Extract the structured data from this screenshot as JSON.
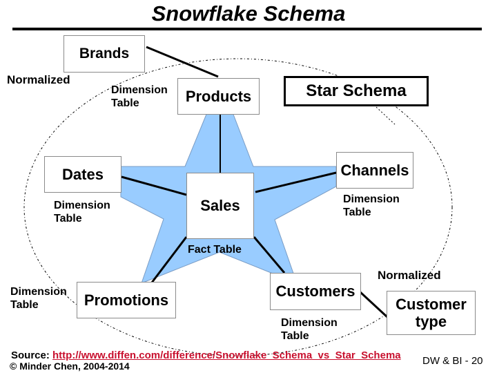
{
  "title": "Snowflake Schema",
  "colors": {
    "star_fill": "#99ccff",
    "star_stroke": "#7a9cc4",
    "box_border": "#8a8a8a",
    "link": "#c8102e"
  },
  "tables": {
    "brands": "Brands",
    "products": "Products",
    "dates": "Dates",
    "sales": "Sales",
    "channels": "Channels",
    "promotions": "Promotions",
    "customers": "Customers",
    "customer_type": "Customer type"
  },
  "labels": {
    "normalized_top": "Normalized",
    "normalized_bottom": "Normalized",
    "dim_products": "Dimension Table",
    "dim_dates": "Dimension Table",
    "dim_channels": "Dimension Table",
    "dim_promotions": "Dimension Table",
    "dim_customers": "Dimension Table",
    "fact_table": "Fact Table",
    "star_schema": "Star Schema"
  },
  "footer": {
    "source_label": "Source: ",
    "source_url": "http://www.diffen.com/difference/Snowflake_Schema_vs_Star_Schema",
    "copyright": "© Minder Chen, 2004-2014",
    "page": "DW & BI - 20"
  }
}
